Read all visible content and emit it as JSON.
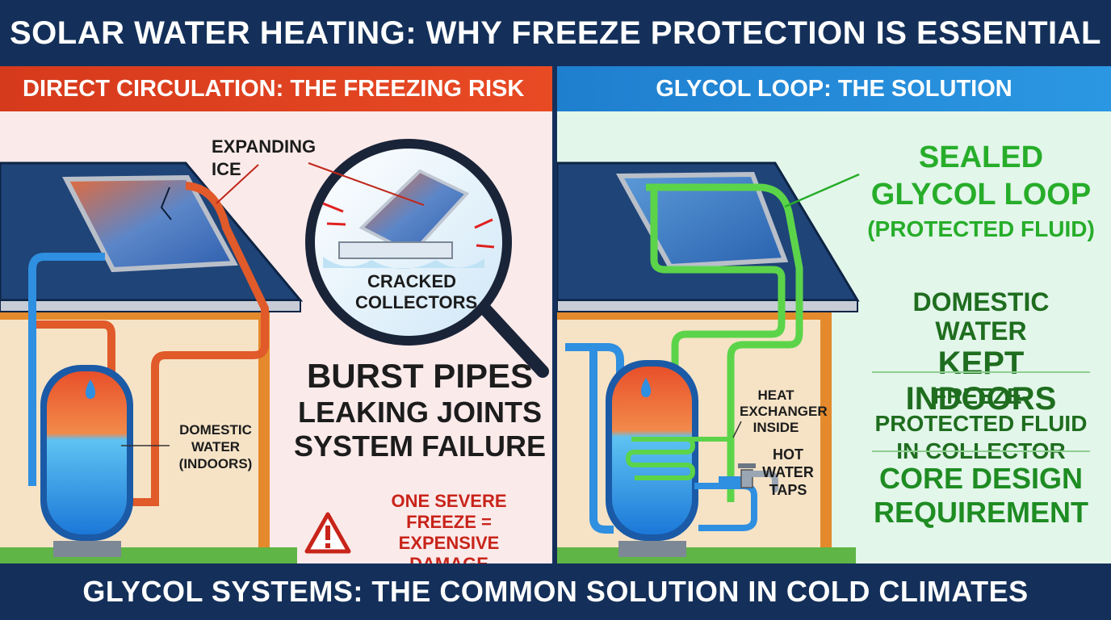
{
  "title": "SOLAR WATER HEATING: WHY FREEZE PROTECTION IS ESSENTIAL",
  "footer": "GLYCOL SYSTEMS: THE COMMON SOLUTION IN COLD CLIMATES",
  "left": {
    "header": "DIRECT CIRCULATION: THE FREEZING RISK",
    "expanding_ice": "EXPANDING ICE",
    "cracked_collectors": "CRACKED COLLECTORS",
    "domestic_water": "DOMESTIC WATER (INDOORS)",
    "consequences": [
      "BURST PIPES",
      "LEAKING JOINTS",
      "SYSTEM FAILURE"
    ],
    "warning": "ONE SEVERE FREEZE = EXPENSIVE DAMAGE"
  },
  "right": {
    "header": "GLYCOL LOOP: THE SOLUTION",
    "sealed_loop": "SEALED GLYCOL LOOP",
    "protected_fluid": "(PROTECTED FLUID)",
    "domestic_line1": "DOMESTIC WATER",
    "domestic_line2": "KEPT INDOORS",
    "freeze_protected": "FREEZE-PROTECTED FLUID IN COLLECTOR",
    "core_design": "CORE DESIGN REQUIREMENT",
    "heat_exchanger": "HEAT EXCHANGER INSIDE",
    "hot_water_taps": "HOT WATER TAPS"
  },
  "colors": {
    "navy": "#14305a",
    "red_header": "#e04323",
    "blue_header": "#2389d8",
    "glycol_green": "#5cd44a",
    "hot_pipe": "#e05a2a",
    "cold_pipe": "#2f8fe0"
  },
  "icons": [
    "magnifier-icon",
    "warning-triangle-icon",
    "water-drop-icon",
    "faucet-icon"
  ]
}
